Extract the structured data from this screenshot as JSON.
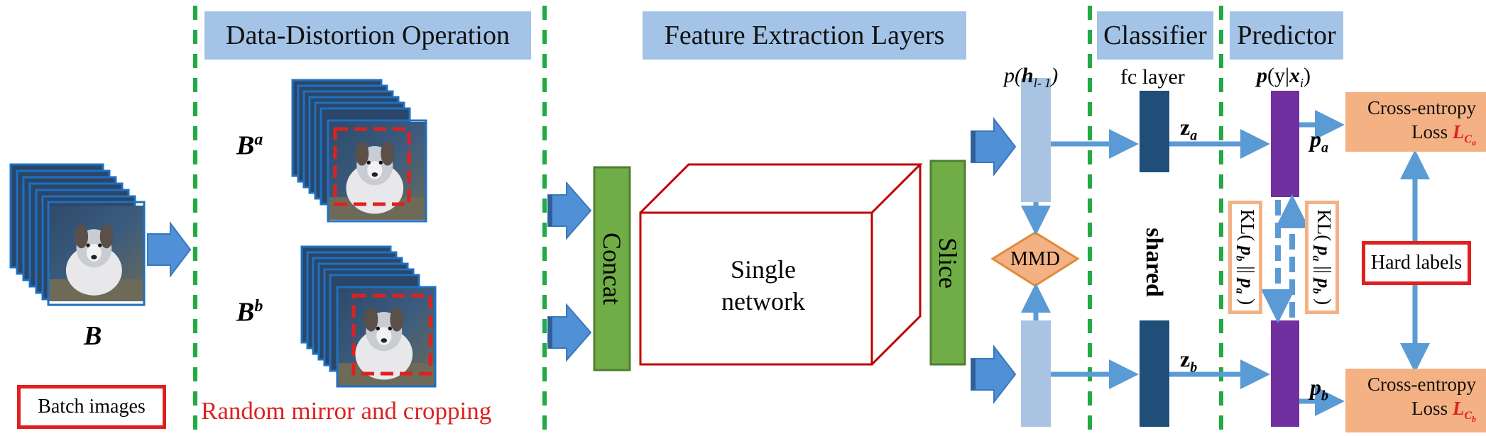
{
  "headers": {
    "distortion": "Data-Distortion Operation",
    "feature": "Feature Extraction Layers",
    "classifier": "Classifier",
    "predictor": "Predictor"
  },
  "labels": {
    "batch_symbol": "B",
    "batch_images": "Batch images",
    "ba_symbol": "B",
    "ba_sup": "a",
    "bb_symbol": "B",
    "bb_sup": "b",
    "random_mirror": "Random mirror and cropping",
    "concat": "Concat",
    "single_network": "Single network",
    "slice": "Slice",
    "mmd": "MMD",
    "fc_layer": "fc layer",
    "shared": "shared",
    "hard_labels": "Hard labels",
    "cross_entropy_a": "Cross-entropy",
    "loss_a": "Loss L",
    "loss_a_sub": "Ca",
    "cross_entropy_b": "Cross-entropy",
    "loss_b": "Loss L",
    "loss_b_sub": "Cb",
    "kl_left": "KL( pb || pa )",
    "kl_right": "KL( pa || pb )",
    "p_h": "p(hl-1)",
    "p_y": "p(y|xi)",
    "z_a": "za",
    "z_b": "zb",
    "p_a": "pa",
    "p_b": "pb"
  },
  "colors": {
    "header_bg": "#a3c4e6",
    "divider": "#22aa44",
    "arrow": "#5b9bd5",
    "concat_green": "#70ad47",
    "network_red": "#c00000",
    "feature_light": "#a9c4e2",
    "fc_dark": "#1f4e79",
    "predictor_purple": "#7030a0",
    "loss_orange": "#f4b183",
    "highlight_red": "#e02020"
  },
  "icons": {
    "image_stack": "dog-image-stack",
    "arrow": "block-arrow"
  }
}
